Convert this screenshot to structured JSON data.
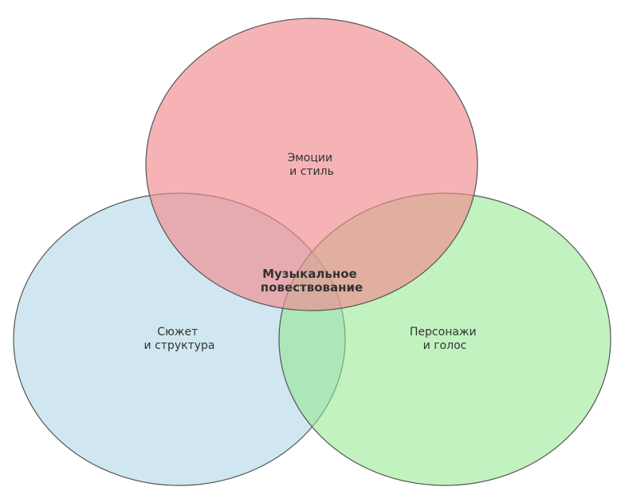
{
  "diagram": {
    "type": "venn-3",
    "sets": [
      {
        "id": "emotions",
        "line1": "Эмоции",
        "line2": "и стиль",
        "color": "#f08a8f",
        "opacity": 0.65
      },
      {
        "id": "plot",
        "line1": "Сюжет",
        "line2": "и структура",
        "color": "#a9d3e6",
        "opacity": 0.55
      },
      {
        "id": "characters",
        "line1": "Персонажи",
        "line2": "и голос",
        "color": "#8fe88a",
        "opacity": 0.55
      }
    ],
    "center": {
      "line1": "Музыкальное",
      "line2": "повествование"
    }
  }
}
